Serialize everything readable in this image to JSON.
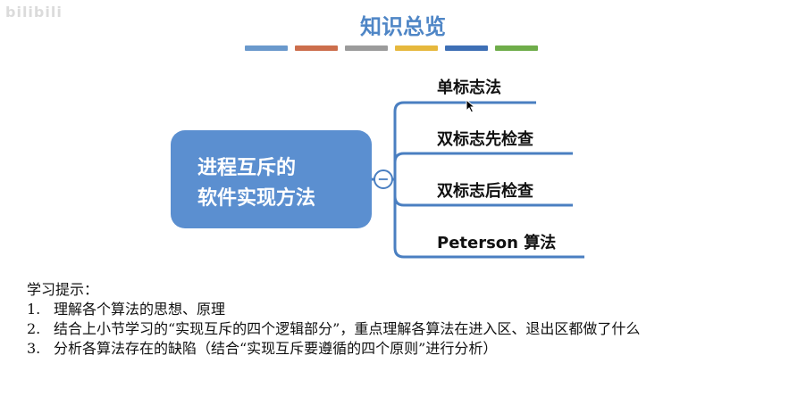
{
  "watermark": "bilibili",
  "title": "知识总览",
  "color_strip": [
    "#6a99cc",
    "#cc6e4c",
    "#9b9b9b",
    "#e6b83d",
    "#3e6fb5",
    "#6fad4a"
  ],
  "mindmap": {
    "central": {
      "line1": "进程互斥的",
      "line2": "软件实现方法"
    },
    "collapse_symbol": "−",
    "branches": [
      {
        "label": "单标志法"
      },
      {
        "label": "双标志先检查"
      },
      {
        "label": "双标志后检查"
      },
      {
        "label": "Peterson 算法"
      }
    ],
    "colors": {
      "node": "#5b8fd0",
      "line": "#4a7fc1"
    }
  },
  "tips": {
    "title": "学习提示：",
    "items": [
      {
        "num": "1.",
        "text": "理解各个算法的思想、原理"
      },
      {
        "num": "2.",
        "text": "结合上小节学习的“实现互斥的四个逻辑部分”，重点理解各算法在进入区、退出区都做了什么"
      },
      {
        "num": "3.",
        "text": "分析各算法存在的缺陷（结合“实现互斥要遵循的四个原则”进行分析）"
      }
    ]
  }
}
